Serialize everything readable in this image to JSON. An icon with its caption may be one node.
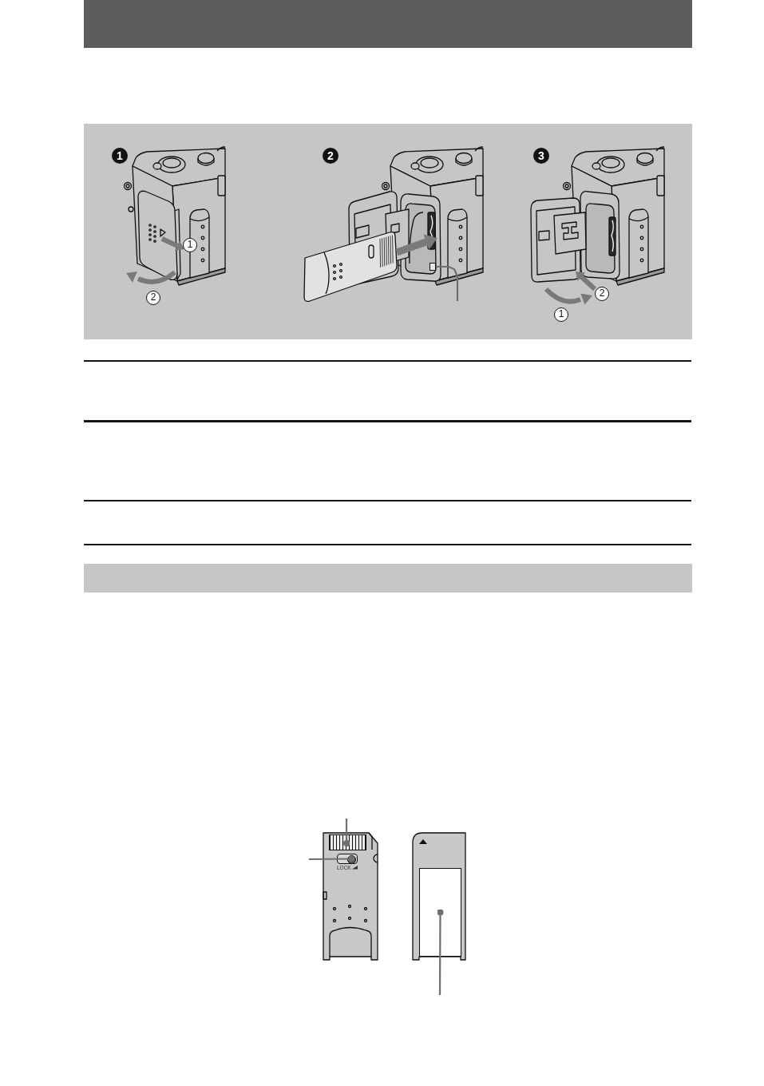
{
  "diagram": {
    "nodes": [
      {
        "text": [],
        "shape": "box"
      },
      {
        "text": [],
        "shape": "bar"
      },
      {
        "text": [],
        "shape": "box"
      },
      {
        "text": [],
        "shape": "box"
      },
      {
        "text": [],
        "shape": "box"
      }
    ],
    "edges": [
      {
        "from": null,
        "to": 0,
        "arrow": "none"
      },
      {
        "from": null,
        "to": 2,
        "arrow": "other"
      },
      {
        "from": null,
        "to": 3,
        "arrow": "other"
      },
      {
        "from": null,
        "to": 4,
        "arrow": "other"
      }
    ],
    "labels": [
      "1",
      "1",
      "2",
      "2",
      "3",
      "2",
      "1",
      "LOCK"
    ]
  }
}
